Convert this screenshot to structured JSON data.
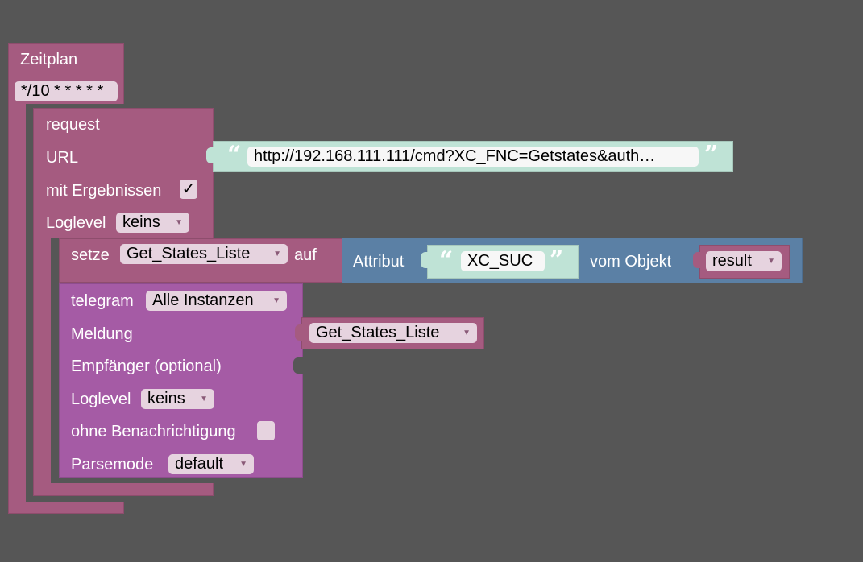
{
  "schedule": {
    "title": "Zeitplan",
    "cron": "*/10 * * * * *"
  },
  "request": {
    "title": "request",
    "url_label": "URL",
    "url_value": "http://192.168.111.111/cmd?XC_FNC=Getstates&auth…",
    "with_results_label": "mit Ergebnissen",
    "with_results_check": "✓",
    "loglevel_label": "Loglevel",
    "loglevel_value": "keins"
  },
  "set_var": {
    "label": "setze",
    "variable": "Get_States_Liste",
    "to_label": "auf",
    "attr_label": "Attribut",
    "attr_value": "XC_SUC",
    "of_object_label": "vom Objekt",
    "object_value": "result"
  },
  "telegram": {
    "label": "telegram",
    "instance": "Alle Instanzen",
    "message_label": "Meldung",
    "message_var": "Get_States_Liste",
    "recipient_label": "Empfänger (optional)",
    "loglevel_label": "Loglevel",
    "loglevel_value": "keins",
    "silent_label": "ohne Benachrichtigung",
    "parsemode_label": "Parsemode",
    "parsemode_value": "default"
  },
  "colors": {
    "schedule": "#a55b80",
    "telegram": "#a55ba5",
    "text_block": "#bfe3d6",
    "object_block": "#5b80a5",
    "dropdown": "#e6d3df"
  }
}
